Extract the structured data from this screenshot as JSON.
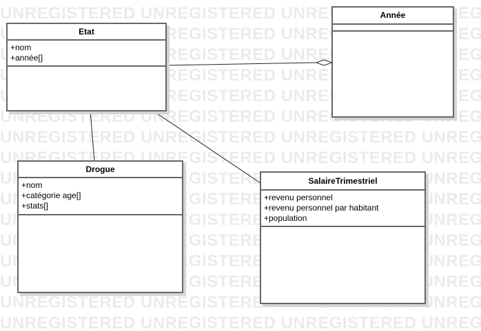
{
  "watermark_text": "UNREGISTERED",
  "colors": {
    "border": "#666666",
    "shadow": "#d4d4d4",
    "watermark": "#ebebeb",
    "line": "#222222"
  },
  "classes": {
    "etat": {
      "name": "Etat",
      "attributes": [
        "+nom",
        "+année[]"
      ]
    },
    "annee": {
      "name": "Année",
      "attributes": []
    },
    "drogue": {
      "name": "Drogue",
      "attributes": [
        "+nom",
        "+catégorie age[]",
        "+stats[]"
      ]
    },
    "salaire": {
      "name": "SalaireTrimestriel",
      "attributes": [
        "+revenu personnel",
        "+revenu personnel par habitant",
        "+population"
      ]
    }
  },
  "relations": [
    {
      "from": "Etat",
      "to": "Année",
      "type": "aggregation"
    },
    {
      "from": "Etat",
      "to": "Drogue",
      "type": "association"
    },
    {
      "from": "Etat",
      "to": "SalaireTrimestriel",
      "type": "association"
    }
  ]
}
